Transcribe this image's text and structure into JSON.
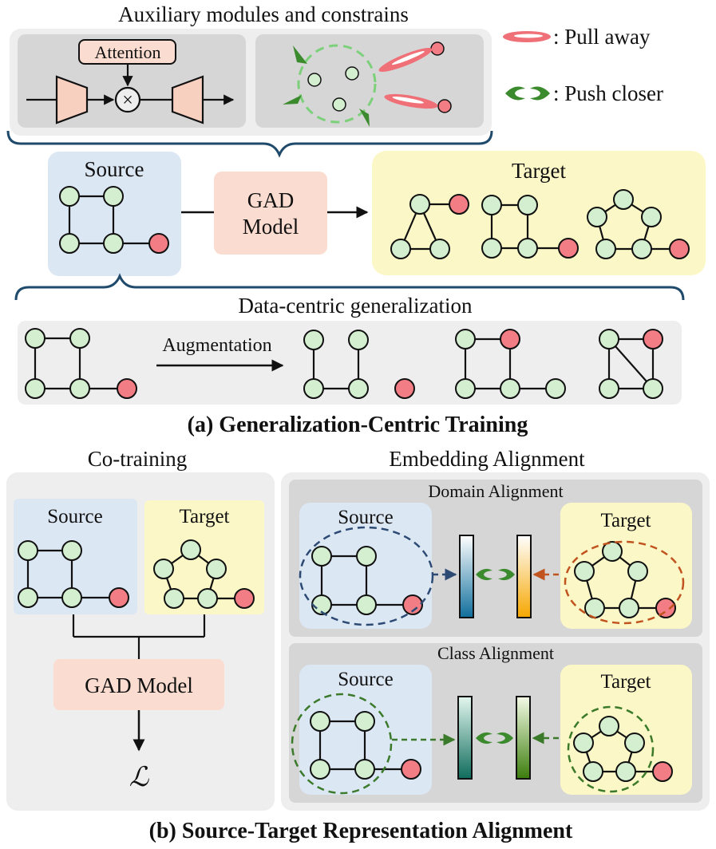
{
  "panel_a": {
    "auxiliary_title": "Auxiliary modules and constrains",
    "attention_label": "Attention",
    "multiply_symbol": "×",
    "legend_pull": ": Pull away",
    "legend_push": ": Push closer",
    "source_label": "Source",
    "model_label_line1": "GAD",
    "model_label_line2": "Model",
    "target_label": "Target",
    "data_centric_title": "Data-centric generalization",
    "augmentation_label": "Augmentation",
    "caption": "(a) Generalization-Centric Training"
  },
  "panel_b": {
    "cotraining_title": "Co-training",
    "embedding_title": "Embedding Alignment",
    "cotrain_source_label": "Source",
    "cotrain_target_label": "Target",
    "cotrain_model_label": "GAD Model",
    "loss_symbol": "ℒ",
    "domain_alignment_title": "Domain Alignment",
    "domain_source_label": "Source",
    "domain_target_label": "Target",
    "class_alignment_title": "Class Alignment",
    "class_source_label": "Source",
    "class_target_label": "Target",
    "caption": "(b) Source-Target Representation Alignment"
  },
  "colors": {
    "normal_node": "#d4efd0",
    "anomaly_node": "#f27d84",
    "source_box": "#dce7f4",
    "target_box": "#fbf7c6",
    "model_box": "#fbdcd0",
    "panel_gray": "#eeeeee",
    "inner_gray": "#d6d6d6",
    "arrow_green": "#3c8a2e",
    "arrow_red": "#f07077",
    "dash_blue": "#2c4a73",
    "dash_orange": "#c1531f",
    "dash_green": "#3a7a2a"
  },
  "icons": {
    "pull_away": "red-ellipse-arrow-icon",
    "push_closer": "green-chevron-pair-icon"
  }
}
